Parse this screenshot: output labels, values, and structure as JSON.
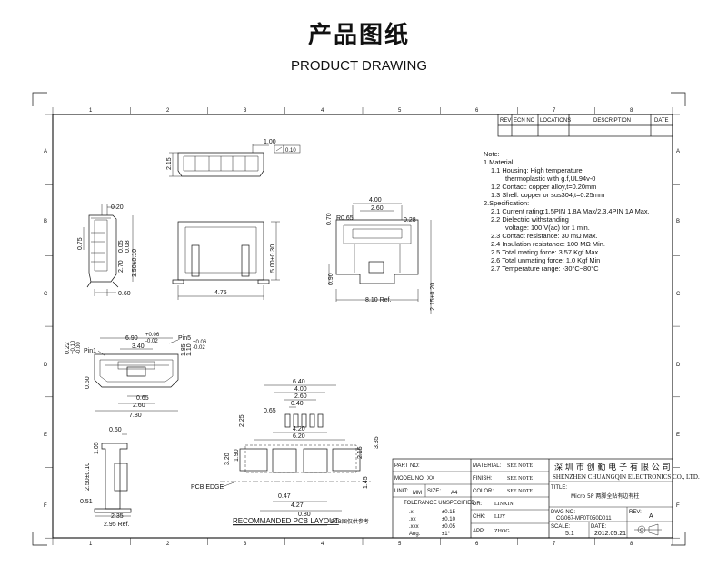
{
  "header": {
    "title_cn": "产品图纸",
    "title_en": "PRODUCT DRAWING"
  },
  "grid": {
    "columns": [
      "1",
      "2",
      "3",
      "4",
      "5",
      "6",
      "7",
      "8"
    ],
    "rows": [
      "A",
      "B",
      "C",
      "D",
      "E",
      "F"
    ]
  },
  "revision_table": {
    "headers": [
      "REV",
      "ECN NO",
      "LOCATIONS",
      "DESCRIPTION",
      "DATE"
    ]
  },
  "notes": {
    "title": "Note:",
    "lines": [
      "1.Material:",
      "1.1 Housing: High temperature",
      "thermoplastic with g.f,UL94v-0",
      "1.2 Contact: copper alloy,t=0.20mm",
      "1.3 Shell: copper or sus304,t=0.25mm",
      "2.Specification:",
      "2.1 Current rating:1,5PIN 1.8A Max/2,3,4PIN 1A Max.",
      "2.2 Dielectric withstanding",
      "voltage: 100 V(ac) for 1 min.",
      "2.3 Contact resistance: 30 mΩ Max.",
      "2.4 Insulation resistance: 100 MΩ Min.",
      "2.5 Total mating force: 3.57 Kgf Max.",
      "2.6 Total unmating force: 1.0 Kgf Min",
      "2.7 Temperature range: -30°C~80°C"
    ]
  },
  "dimensions": {
    "top_view": {
      "d1": "1.00",
      "flatness": "0.10",
      "d2": "2.15"
    },
    "side_view": {
      "d1": "0.20",
      "d2": "0.75",
      "d3": "0.05",
      "d4": "0.08",
      "d5": "2.70",
      "d6": "3.50±0.10",
      "d7": "0.60"
    },
    "front_view": {
      "d1": "5.00±0.30",
      "d2": "4.75"
    },
    "right_view": {
      "d1": "4.00",
      "d2": "2.60",
      "d3": "0.70",
      "d4": "R0.65",
      "d5": "0.28",
      "d6": "0.90",
      "d7": "8.10 Ref.",
      "d8": "2.15±0.20"
    },
    "end_view": {
      "d1": "0.22",
      "d2": "+0.10",
      "d3": "-0.00",
      "d4": "6.90",
      "d5": "+0.06",
      "d6": "-0.02",
      "pin5": "Pin5",
      "pin1": "Pin1",
      "d7": "3.40",
      "d8": "1.10",
      "d9": "1.85",
      "d10": "+0.06",
      "d11": "-0.02",
      "d12": "0.60",
      "d13": "0.65",
      "d14": "2.60",
      "d15": "7.80"
    },
    "small_side": {
      "d1": "0.60",
      "d2": "1.05",
      "d3": "2.50±0.10",
      "d4": "0.51",
      "d5": "2.35",
      "d6": "2.95 Ref."
    },
    "pcb": {
      "d1": "6.40",
      "d2": "4.00",
      "d3": "2.60",
      "d4": "0.40",
      "d5": "0.65",
      "d6": "2.25",
      "d7": "4.20",
      "d8": "6.20",
      "d9": "3.20",
      "d10": "1.90",
      "d11": "2.15",
      "d12": "3.35",
      "d13": "1.45",
      "d14": "0.47",
      "d15": "4.27",
      "d16": "0.80",
      "edge": "PCB EDGE",
      "layout": "RECOMMANDED PCB LAYOUT",
      "note": "PCB图仅供参考"
    }
  },
  "title_block": {
    "part_no_label": "PART NO:",
    "part_no": "",
    "model_no_label": "MODEL NO:",
    "model_no": "XX",
    "unit_label": "UNIT:",
    "unit": "MM",
    "size_label": "SIZE:",
    "size": "A4",
    "tolerance_label": "TOLERANCE UNSPECIFIED",
    "tolerances": [
      {
        "k": ".x",
        "v": "±0.15"
      },
      {
        "k": ".xx",
        "v": "±0.10"
      },
      {
        "k": ".xxx",
        "v": "±0.05"
      },
      {
        "k": "Ang.",
        "v": "±1°"
      }
    ],
    "material_label": "MATERIAL:",
    "material": "SEE NOTE",
    "finish_label": "FINISH:",
    "finish": "SEE NOTE",
    "color_label": "COLOR:",
    "color": "SEE NOTE",
    "dr_label": "DR:",
    "dr": "LINXIN",
    "chk_label": "CHK:",
    "chk": "LIJY",
    "app_label": "APP:",
    "app": "ZHOG",
    "company_cn": "深 圳 市 创 勤 电 子 有 限 公 司",
    "company_en": "SHENZHEN CHUANGQIN ELECTRONICS CO., LTD.",
    "title_label": "TITLE:",
    "title": "Micro 5P 两脚全贴有边有柱",
    "dwg_no_label": "DWG NO:",
    "dwg_no": "CG067-MF0T050D011",
    "rev_label": "REV:",
    "rev": "A",
    "scale_label": "SCALE:",
    "scale": "5:1",
    "date_label": "DATE:",
    "date": "2012.05.21"
  }
}
